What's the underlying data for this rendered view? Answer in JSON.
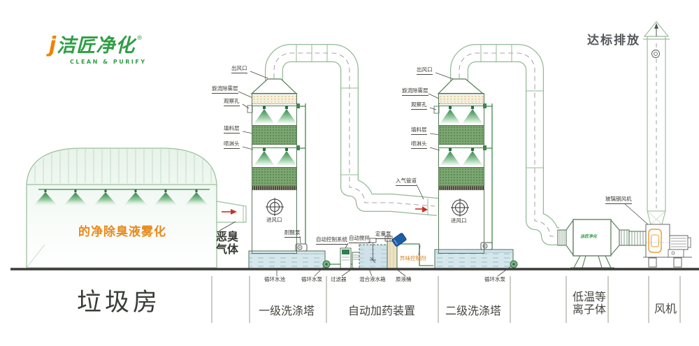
{
  "brand": {
    "name": "洁匠净化",
    "reg": "®",
    "tagline": "CLEAN & PURIFY"
  },
  "headline": {
    "emission": "达标排放"
  },
  "building": {
    "title": "垃圾房",
    "spray_text": "的净除臭液雾化",
    "gas_line1": "恶臭",
    "gas_line2": "气体"
  },
  "tower_labels": {
    "outlet": "出风口",
    "demister": "旋流除雾层",
    "peephole": "观察孔",
    "packing": "填料层",
    "spray_head": "喷淋头",
    "inlet": "进风口"
  },
  "equipment": {
    "acid_pump": "耐酸泵",
    "gas_pipe": "入气管道",
    "frp_fan": "玻璃钢风机",
    "control_system": "自动控制系统",
    "auto_stir": "自动搅拌",
    "metering_pump": "定量泵",
    "odor_agent": "异味控制剂",
    "circ_pool": "循环水池",
    "circ_pump": "循环水泵",
    "filter": "过滤器",
    "mix_tank": "混合液水箱",
    "stock_barrel": "原液桶"
  },
  "sections": {
    "s1": "一级洗涤塔",
    "s2": "自动加药装置",
    "s3": "二级洗涤塔",
    "s4a": "低温等",
    "s4b": "离子体",
    "s5": "风机"
  },
  "colors": {
    "brand_green": "#2f9e45",
    "brand_orange": "#f08300",
    "accent_orange_text": "#e8891a",
    "pipe_green": "#3a8a4a",
    "water_blue": "#d6e7ec",
    "barrel_blue": "#1c5fa6",
    "arrow_red": "#c43327"
  }
}
